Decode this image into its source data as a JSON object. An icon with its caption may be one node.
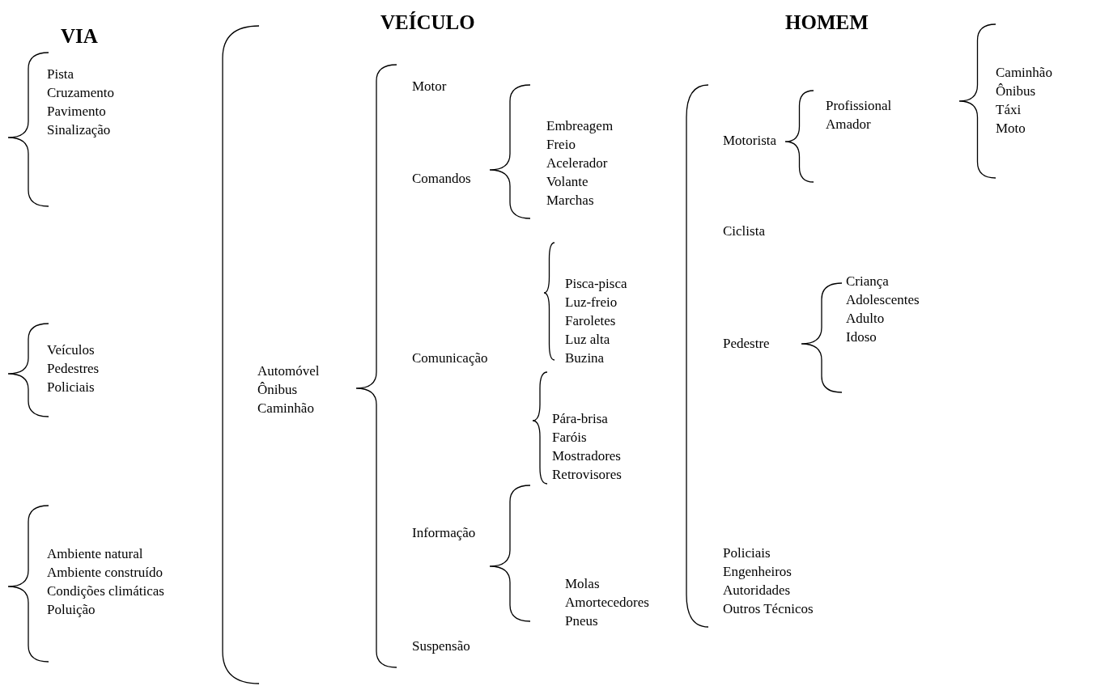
{
  "diagram": {
    "labels": [
      "VIA",
      "VEÍCULO",
      "HOMEM",
      "Pista",
      "Cruzamento",
      "Pavimento",
      "Sinalização",
      "Veículos",
      "Pedestres",
      "Policiais",
      "Ambiente natural",
      "Ambiente construído",
      "Condições climáticas",
      "Poluição",
      "Automóvel",
      "Ônibus",
      "Caminhão",
      "Motor",
      "Comandos",
      "Comunicação",
      "Informação",
      "Suspensão",
      "Embreagem",
      "Freio",
      "Acelerador",
      "Volante",
      "Marchas",
      "Pisca-pisca",
      "Luz-freio",
      "Faroletes",
      "Luz alta",
      "Buzina",
      "Pára-brisa",
      "Faróis",
      "Mostradores",
      "Retrovisores",
      "Molas",
      "Amortecedores",
      "Pneus",
      "Motorista",
      "Profissional",
      "Amador",
      "Caminhão",
      "Ônibus",
      "Táxi",
      "Moto",
      "Ciclista",
      "Criança",
      "Adolescentes",
      "Adulto",
      "Idoso",
      "Pedestre",
      "Policiais",
      "Engenheiros",
      "Autoridades",
      "Outros Técnicos"
    ]
  }
}
